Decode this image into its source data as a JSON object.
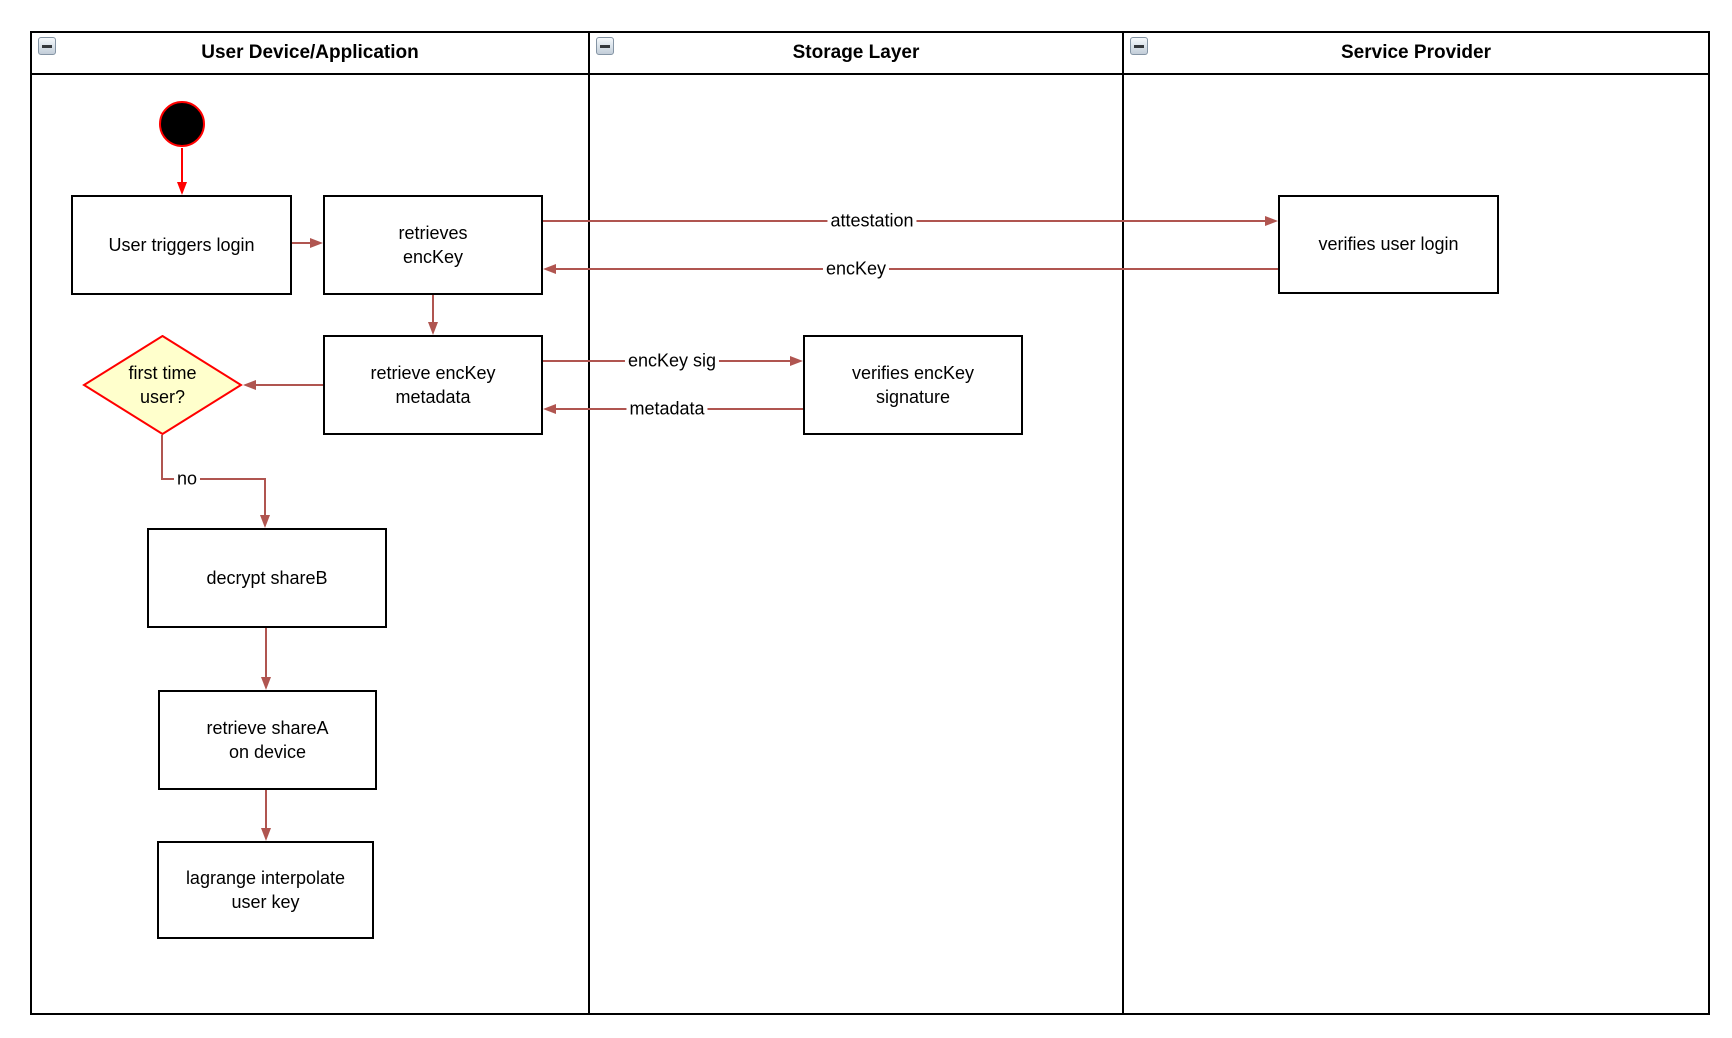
{
  "diagram": {
    "kind": "activity-swimlane-flowchart"
  },
  "lanes": [
    {
      "label": "User Device/Application"
    },
    {
      "label": "Storage Layer"
    },
    {
      "label": "Service Provider"
    }
  ],
  "nodes": {
    "user_triggers_login": "User triggers login",
    "retrieves_enckey": "retrieves\nencKey",
    "verifies_user_login": "verifies user login",
    "retrieve_enckey_metadata": "retrieve encKey\nmetadata",
    "verifies_enckey_signature": "verifies encKey\nsignature",
    "first_time_user": "first time\nuser?",
    "decrypt_shareb": "decrypt shareB",
    "retrieve_sharea": "retrieve shareA\non device",
    "lagrange_interpolate": "lagrange interpolate\nuser key"
  },
  "edge_labels": {
    "attestation": "attestation",
    "enckey": "encKey",
    "enckey_sig": "encKey sig",
    "metadata": "metadata",
    "no": "no"
  },
  "colors": {
    "edge_arrow": "#b05550",
    "start_accent": "#ff0000",
    "decision_fill": "#ffffcc",
    "decision_border": "#ff0000",
    "node_border": "#000000",
    "node_fill": "#ffffff",
    "lane_border": "#000000"
  }
}
